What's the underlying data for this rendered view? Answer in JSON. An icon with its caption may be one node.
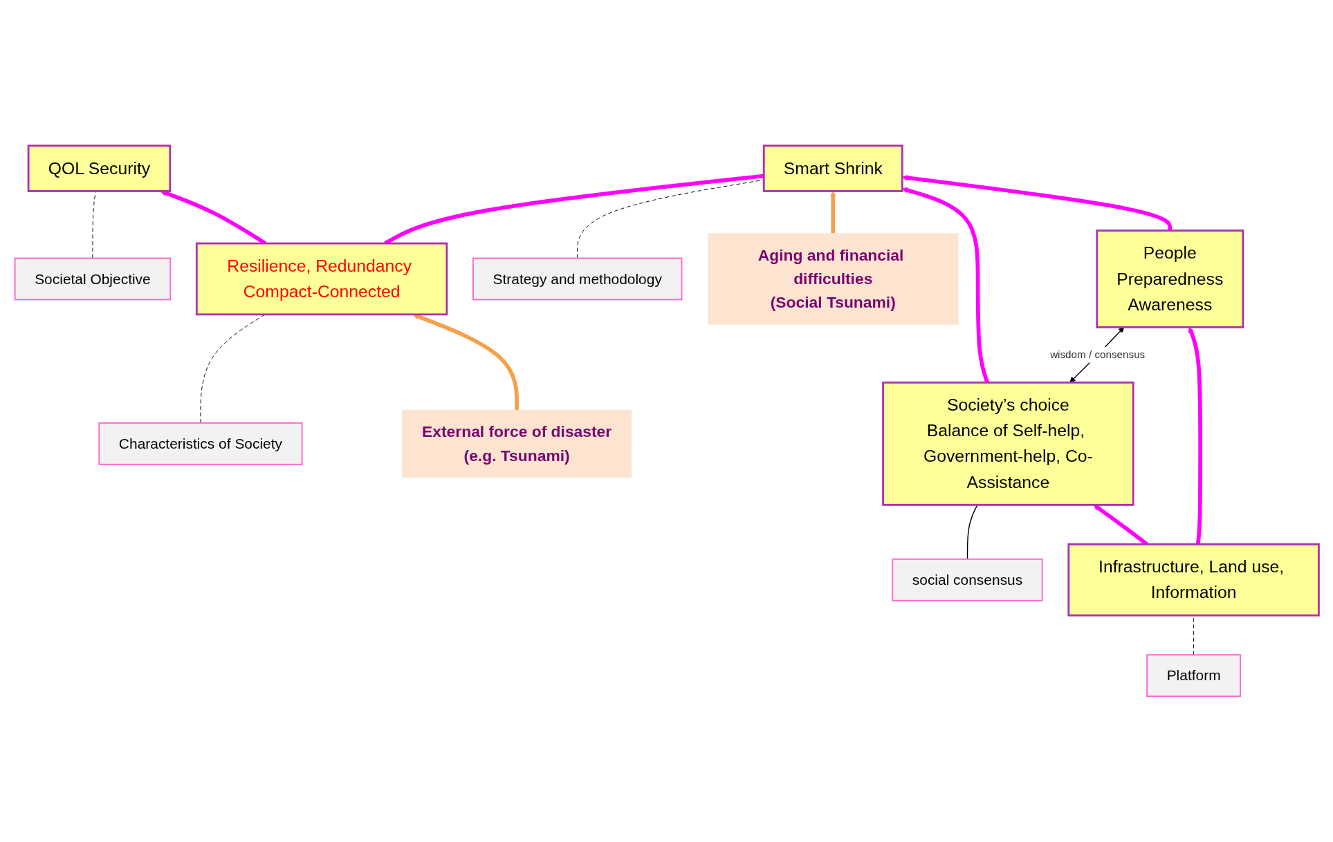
{
  "diagram": {
    "nodes": [
      {
        "text": [
          "Societal Objective"
        ]
      },
      {
        "text": [
          "QOL Security"
        ]
      },
      {
        "text": [
          "Characteristics of Society"
        ]
      },
      {
        "text": [
          "Resilience, Redundancy Compact-Connected"
        ]
      },
      {
        "text": [
          "External force of disaster",
          "(e.g. Tsunami)"
        ]
      },
      {
        "text": [
          "Strategy and methodology"
        ]
      },
      {
        "text": [
          "Smart Shrink"
        ]
      },
      {
        "text": [
          "Aging and financial difficulties",
          "(Social Tsunami)"
        ]
      },
      {
        "text": [
          "social consensus"
        ]
      },
      {
        "text": [
          "Society’s choice",
          "Balance of Self-help, Government-help, Co-Assistance"
        ]
      },
      {
        "text": [
          "People",
          "Preparedness",
          "Awareness"
        ]
      },
      {
        "text": [
          "Platform"
        ]
      },
      {
        "text": [
          "Infrastructure, Land use, Information"
        ]
      }
    ],
    "edges": [
      {
        "from": 0,
        "to": 1,
        "arrow": "none",
        "style": "dashed"
      },
      {
        "from": 3,
        "to": 1,
        "arrow": "to",
        "color": "#ff00ff"
      },
      {
        "from": 2,
        "to": 3,
        "arrow": "none",
        "style": "dashed"
      },
      {
        "from": 4,
        "to": 3,
        "arrow": "to",
        "color": "#f5a04a"
      },
      {
        "from": 3,
        "to": 6,
        "arrow": "none",
        "color": "#ff00ff"
      },
      {
        "from": 5,
        "to": 6,
        "arrow": "none",
        "style": "dashed"
      },
      {
        "from": 7,
        "to": 6,
        "arrow": "to",
        "color": "#f5a04a"
      },
      {
        "from": 9,
        "to": 6,
        "arrow": "to",
        "color": "#ff00ff"
      },
      {
        "from": 10,
        "to": 6,
        "arrow": "to",
        "color": "#ff00ff"
      },
      {
        "from": 8,
        "to": 9,
        "arrow": "none"
      },
      {
        "from": 9,
        "to": 10,
        "arrow": "both",
        "label": "wisdom / consensus"
      },
      {
        "from": 11,
        "to": 12,
        "arrow": "none",
        "style": "dashed"
      },
      {
        "from": 12,
        "to": 9,
        "arrow": "to",
        "color": "#ff00ff"
      },
      {
        "from": 12,
        "to": 10,
        "arrow": "to",
        "color": "#ff00ff"
      }
    ]
  }
}
